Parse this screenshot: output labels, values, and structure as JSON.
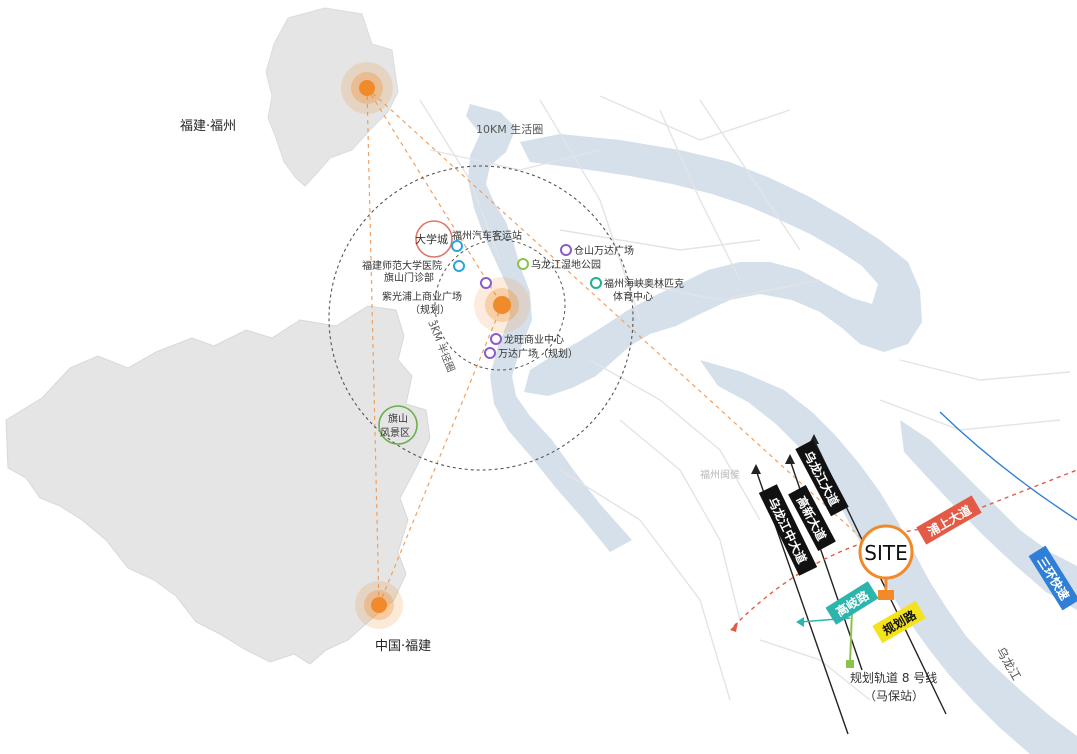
{
  "labels": {
    "fujian_fuzhou": "福建·福州",
    "china_fujian": "中国·福建",
    "ring_10km": "10KM 生活圈",
    "ring_3km": "3KM 半径圈",
    "river": "乌龙江",
    "site": "SITE",
    "metro_line": "规划轨道 8 号线",
    "metro_station": "（马保站）",
    "faded_text": "福州闽侯"
  },
  "pois": [
    {
      "name": "大学城",
      "color": "#e0766c"
    },
    {
      "name": "福州汽车客运站",
      "color": "#2aa6d9"
    },
    {
      "name": "福建师范大学医院",
      "color": "#2aa6d9"
    },
    {
      "name": "旗山门诊部",
      "color": "#2aa6d9"
    },
    {
      "name": "仓山万达广场",
      "color": "#8a5cc4"
    },
    {
      "name": "乌龙江湿地公园",
      "color": "#8bc34a"
    },
    {
      "name": "福州海峡奥林匹克",
      "color": "#1fb28f"
    },
    {
      "name": "体育中心",
      "color": "#1fb28f"
    },
    {
      "name": "紫光浦上商业广场",
      "color": "#8a5cc4"
    },
    {
      "name": "（规划）",
      "color": "#8a5cc4"
    },
    {
      "name": "龙旺商业中心",
      "color": "#8a5cc4"
    },
    {
      "name": "万达广场（规划）",
      "color": "#8a5cc4"
    },
    {
      "name": "旗山",
      "color": "#6ab04c"
    },
    {
      "name": "风景区",
      "color": "#6ab04c"
    }
  ],
  "roads": [
    {
      "name": "乌龙江大道",
      "color": "#111111"
    },
    {
      "name": "高新大道",
      "color": "#111111"
    },
    {
      "name": "乌龙江中大道",
      "color": "#111111"
    },
    {
      "name": "浦上大道",
      "color": "#e35b46"
    },
    {
      "name": "三环快速",
      "color": "#2f7fd6"
    },
    {
      "name": "高岐路",
      "color": "#2bb5ac"
    },
    {
      "name": "规划路",
      "color": "#f4e21a"
    }
  ],
  "colors": {
    "region_fill": "#e5e5e5",
    "water": "#d6e0ea",
    "street": "#e4e6ea",
    "hotspot": "#f08a2a",
    "ring": "#555555"
  }
}
